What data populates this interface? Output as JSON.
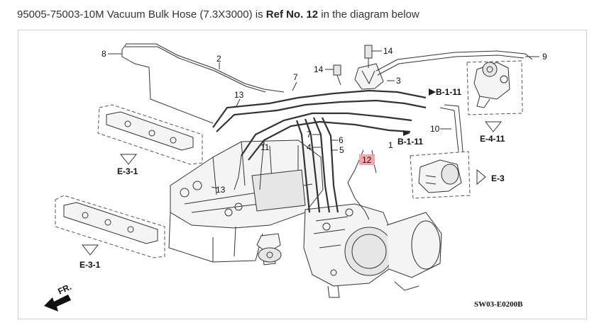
{
  "caption": {
    "part_prefix": "95005-75003-10M Vacuum Bulk Hose (7.3X3000) is ",
    "ref_label": "Ref No. 12",
    "part_suffix": " in the diagram below"
  },
  "diagram": {
    "callouts": {
      "c2": "2",
      "c3": "3",
      "c4": "4",
      "c5": "5",
      "c6": "6",
      "c7a": "7",
      "c7b": "7",
      "c8": "8",
      "c9": "9",
      "c10": "10",
      "c11": "11",
      "c1": "1",
      "c13a": "13",
      "c13b": "13",
      "c14a": "14",
      "c14b": "14"
    },
    "highlight": {
      "label": "12",
      "color": "#f3a6a6"
    },
    "section_refs": {
      "b111_top": "B-1-11",
      "b111_mid": "B-1-11",
      "e411": "E-4-11",
      "e3": "E-3",
      "e31_top": "E-3-1",
      "e31_bottom": "E-3-1"
    },
    "front_marker": "FR.",
    "drawing_code": "SW03-E0200B"
  }
}
